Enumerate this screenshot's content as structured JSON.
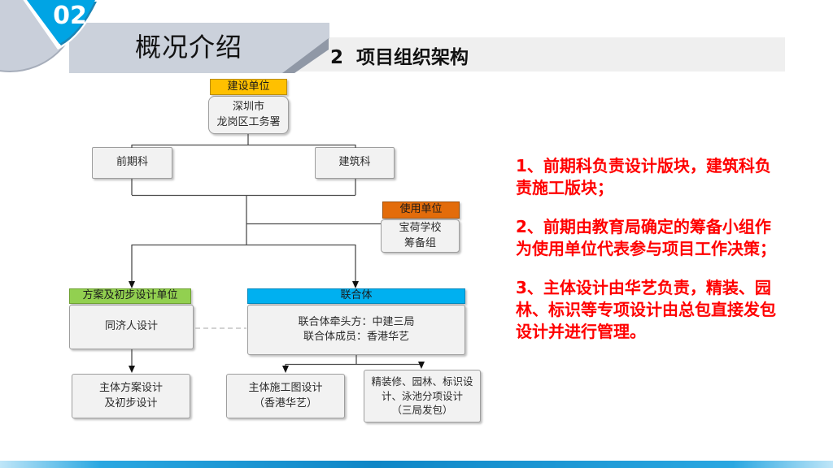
{
  "slide": {
    "badge_number": "02",
    "banner_title": "概况介绍",
    "section_heading": "2  项目组织架构"
  },
  "chart": {
    "owner_header": "建设单位",
    "owner_body": "深圳市\n龙岗区工务署",
    "dept_left": "前期科",
    "dept_right": "建筑科",
    "user_header": "使用单位",
    "user_body": "宝荷学校\n筹备组",
    "design_header": "方案及初步设计单位",
    "design_body": "同济人设计",
    "consortium_header": "联合体",
    "consortium_body": "联合体牵头方：中建三局\n联合体成员：香港华艺",
    "bottom_left": "主体方案设计\n及初步设计",
    "bottom_mid": "主体施工图设计\n（香港华艺）",
    "bottom_right": "精装修、园林、标识设\n计、泳池分项设计\n（三局发包）"
  },
  "notes": [
    "1、前期科负责设计版块，建筑科负\n责施工版块；",
    "2、前期由教育局确定的筹备小组作\n为使用单位代表参与项目工作决策；",
    "3、主体设计由华艺负责，精装、园\n林、标识等专项设计由总包直接发包\n设计并进行管理。"
  ],
  "colors": {
    "badge_blue": "#00A4E4",
    "ribbon_gray": "#CBD1DB",
    "band_gray": "#EFEFEF",
    "owner_gold": "#FFC000",
    "user_orange": "#E36C0A",
    "design_green": "#92D050",
    "consortium_blue": "#00B0F0",
    "note_red": "#FF0000",
    "footer_blue": "#0F86C6"
  }
}
